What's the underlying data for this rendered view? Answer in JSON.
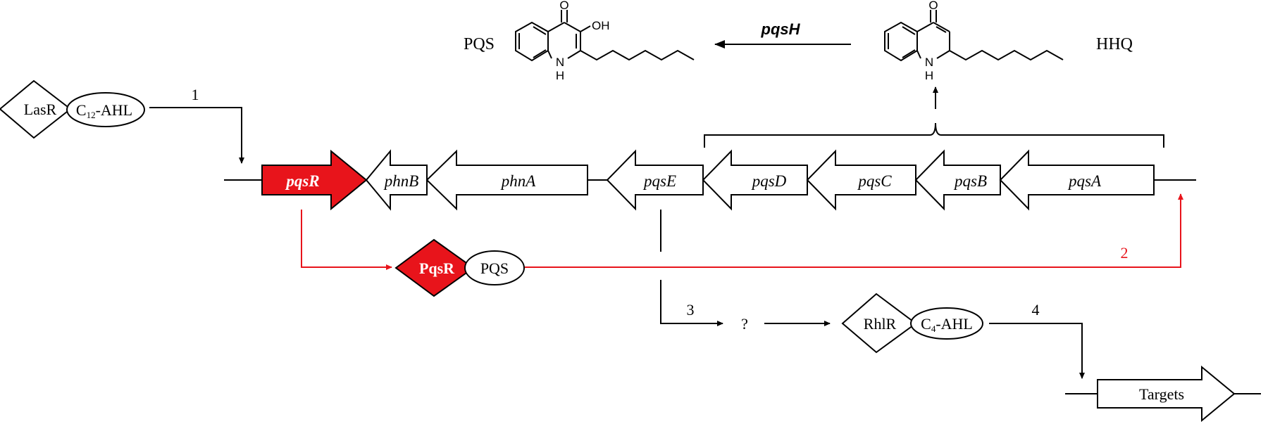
{
  "molecules": {
    "pqs": {
      "name": "PQS",
      "carbonyl_O": "O",
      "hydroxyl": "OH",
      "nh": "N",
      "h": "H"
    },
    "hhq": {
      "name": "HHQ",
      "carbonyl_O": "O",
      "nh": "N",
      "h": "H"
    },
    "conversion_gene": "pqsH"
  },
  "complexes": {
    "lasr": {
      "receptor": "LasR",
      "ligand_prefix": "C",
      "ligand_sub": "12",
      "ligand_suffix": "-AHL"
    },
    "pqsr": {
      "receptor": "PqsR",
      "ligand": "PQS"
    },
    "rhlr": {
      "receptor": "RhlR",
      "ligand_prefix": "C",
      "ligand_sub": "4",
      "ligand_suffix": "-AHL"
    }
  },
  "genes": [
    "pqsR",
    "phnB",
    "phnA",
    "pqsE",
    "pqsD",
    "pqsC",
    "pqsB",
    "pqsA"
  ],
  "pathways": {
    "label_1": "1",
    "label_2": "2",
    "label_3": "3",
    "label_4": "4",
    "unknown": "?"
  },
  "targets": "Targets",
  "colors": {
    "highlight": "#e8141b",
    "line": "#000000",
    "background": "#ffffff"
  }
}
